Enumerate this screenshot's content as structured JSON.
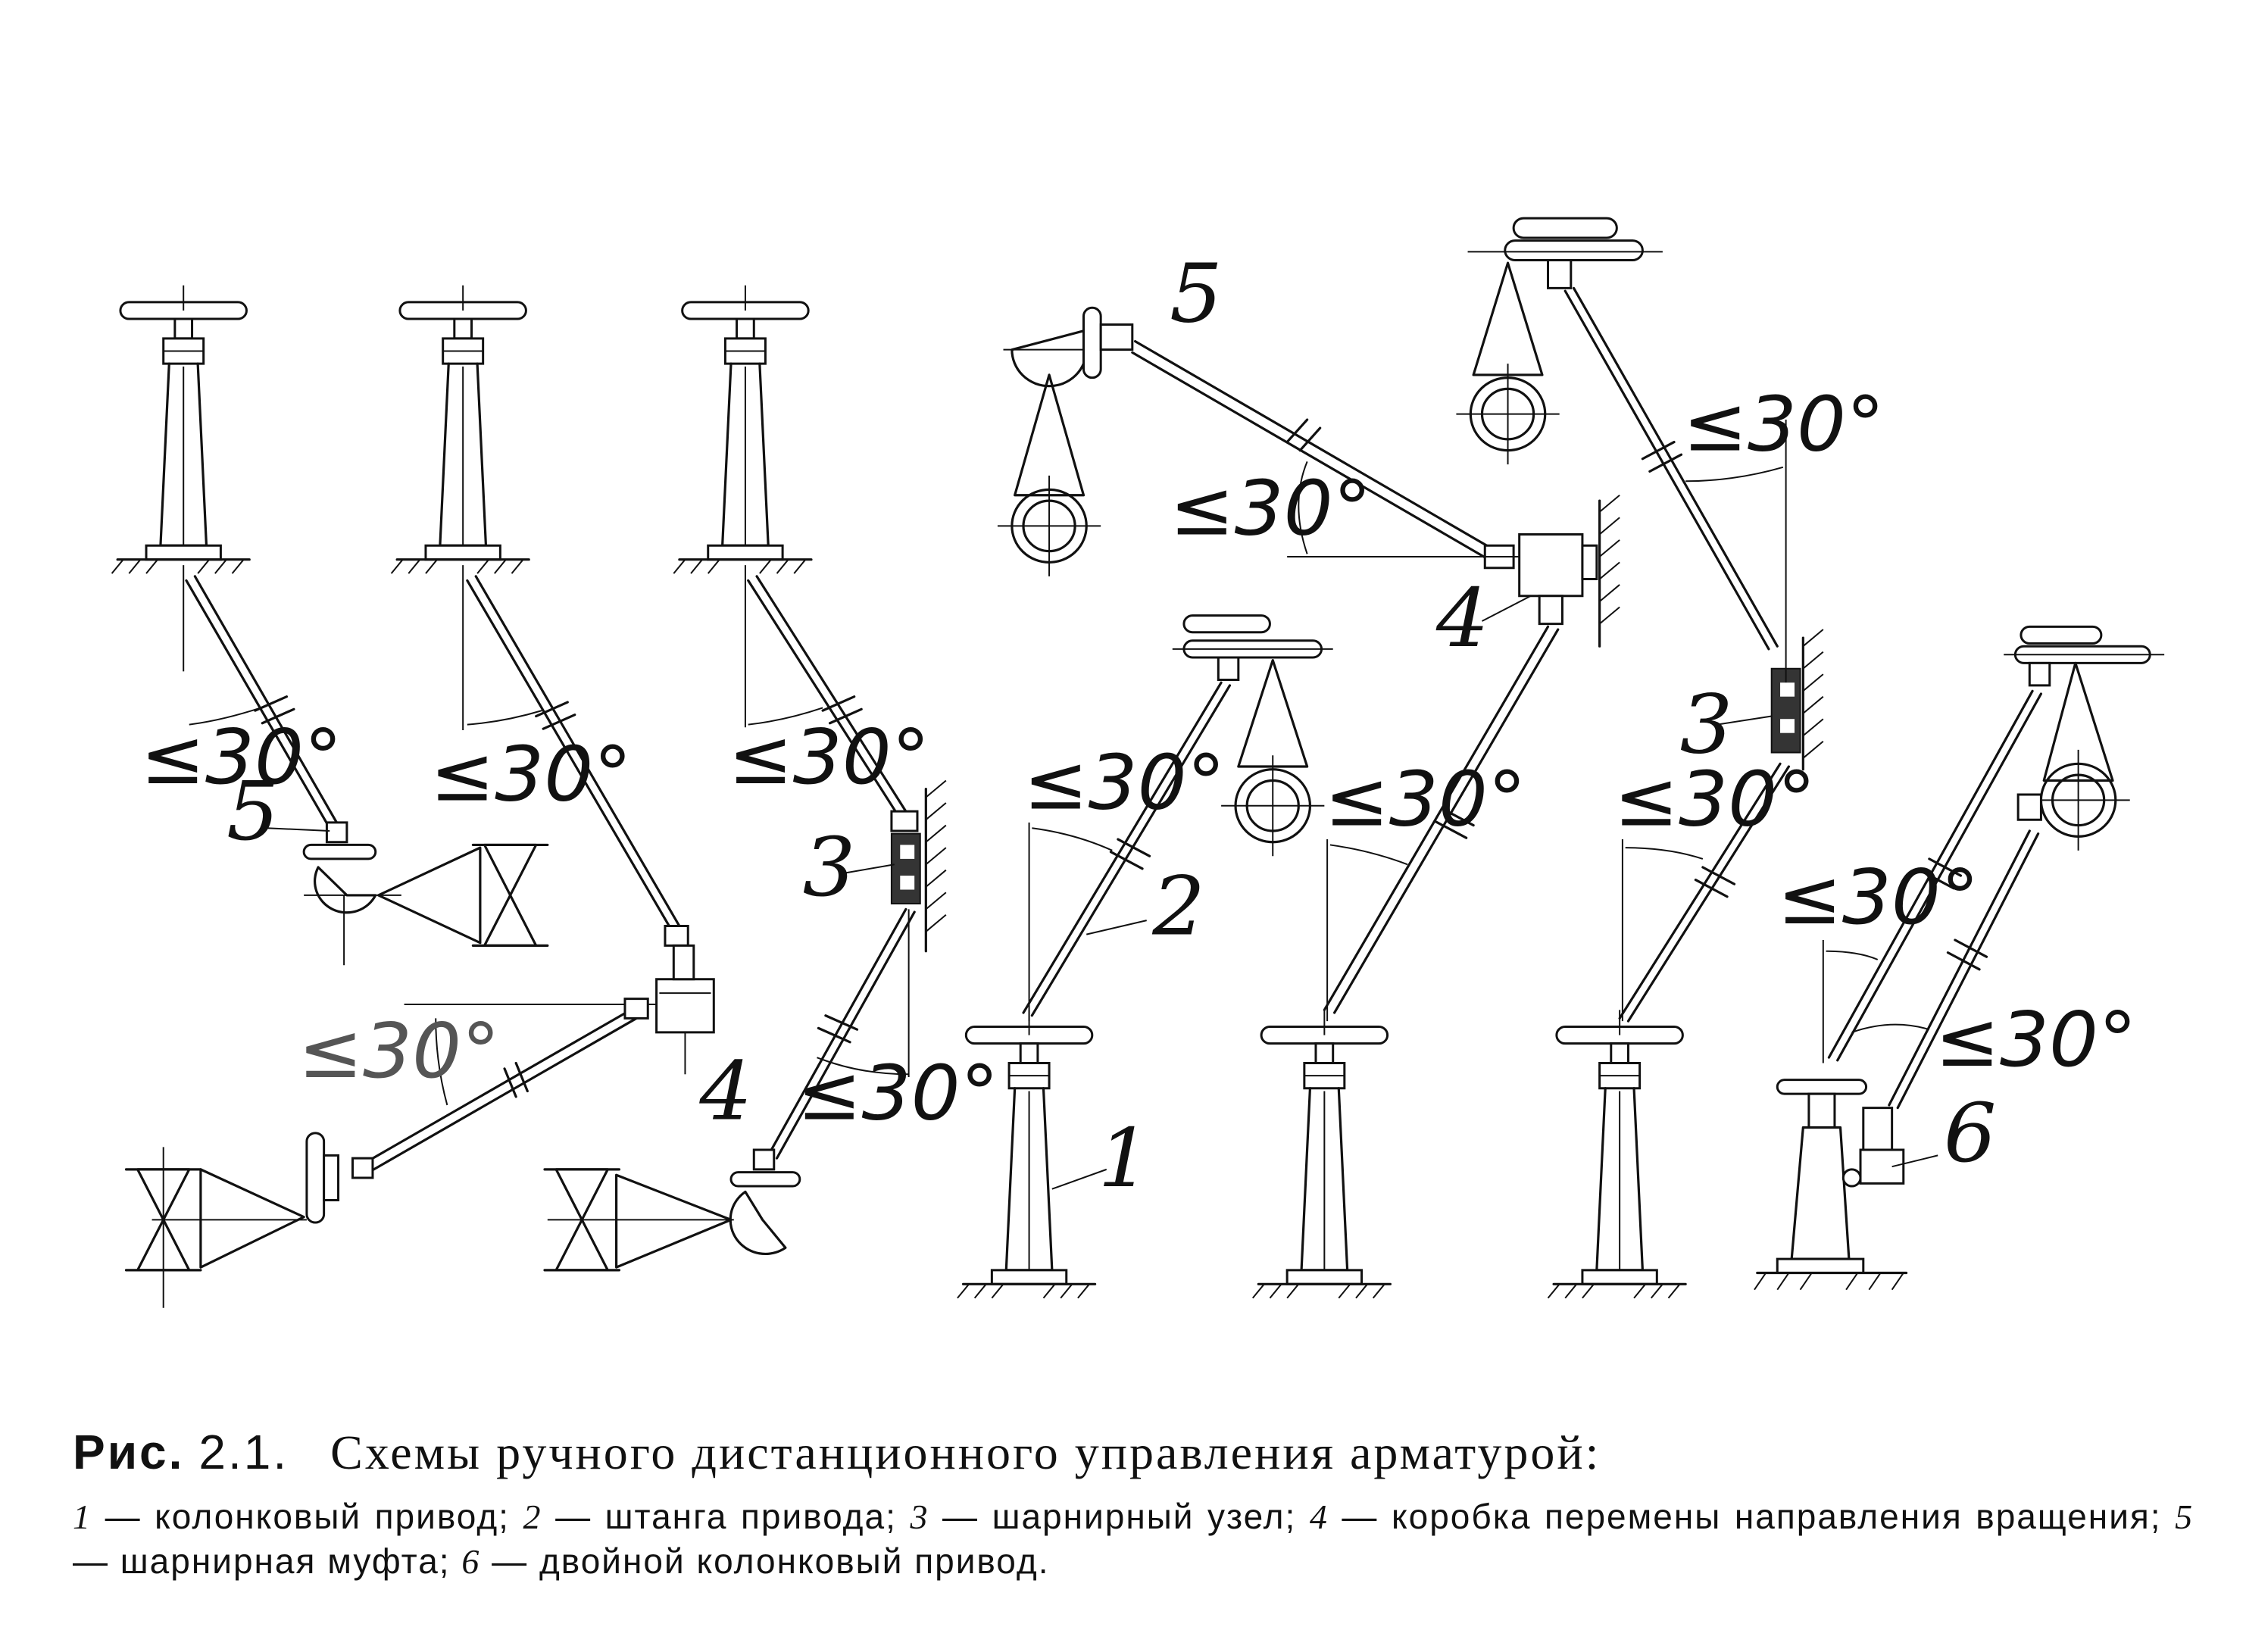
{
  "diagram": {
    "labels": {
      "column_drive": "1",
      "rod": "2",
      "hinge_unit": "3",
      "gearbox": "4",
      "hinge_coupling": "5",
      "double_column": "6"
    },
    "angle_label": "≤30°"
  },
  "caption": {
    "fig_number": "Рис.",
    "fig_index": "2.1.",
    "title": "Схемы ручного дистанционного управления арматурой:",
    "legend": [
      {
        "num": "1",
        "text": "колонковый привод;"
      },
      {
        "num": "2",
        "text": "штанга привода;"
      },
      {
        "num": "3",
        "text": "шарнирный узел;"
      },
      {
        "num": "4",
        "text": "коробка перемены направления вращения;"
      },
      {
        "num": "5",
        "text": "шарнирная муфта;"
      },
      {
        "num": "6",
        "text": "двойной колонковый привод."
      }
    ],
    "dash": "—"
  }
}
